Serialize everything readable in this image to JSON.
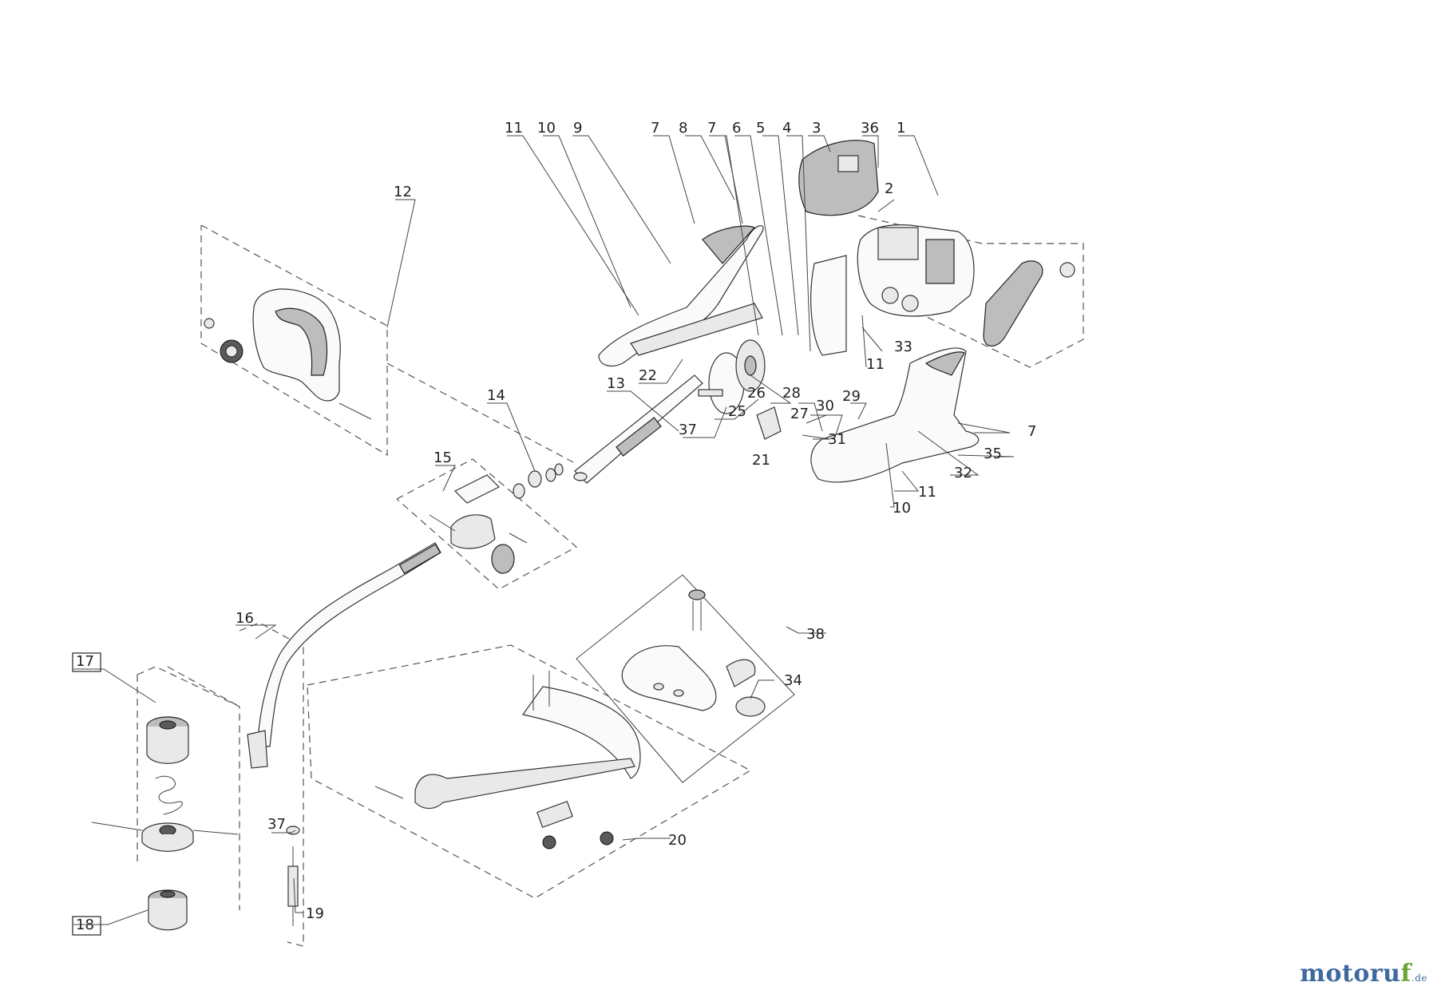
{
  "watermark": {
    "brand_a": "motoru",
    "brand_b": "f",
    "brand_c": ".de",
    "color_a": "#3f6a9e",
    "color_b": "#6da33a"
  },
  "labels": [
    "11",
    "10",
    "9",
    "7",
    "8",
    "7",
    "6",
    "5",
    "4",
    "3",
    "36",
    "1",
    "2",
    "12",
    "22",
    "33",
    "11",
    "13",
    "14",
    "25",
    "26",
    "28",
    "27",
    "30",
    "29",
    "37",
    "21",
    "31",
    "7",
    "35",
    "32",
    "15",
    "11",
    "10",
    "16",
    "38",
    "34",
    "17",
    "37",
    "20",
    "18",
    "19"
  ],
  "boxed_labels": [
    "17",
    "18"
  ]
}
